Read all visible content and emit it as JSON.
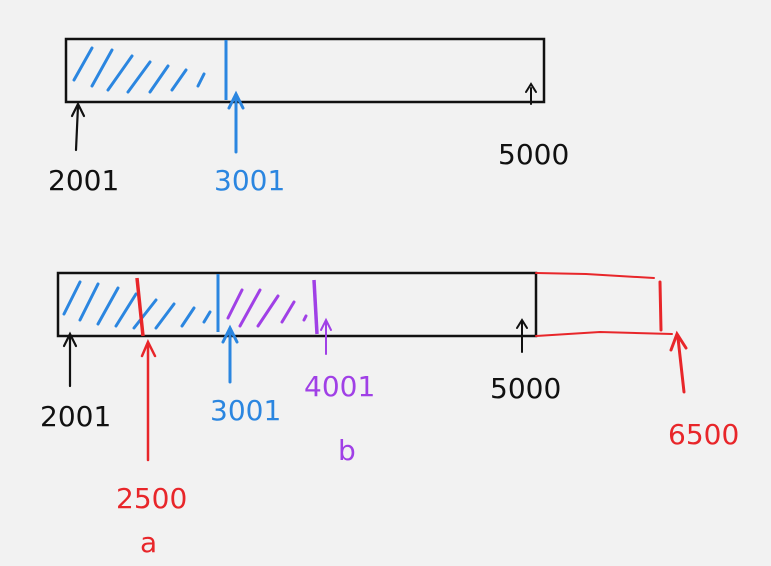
{
  "colors": {
    "ink": "#111111",
    "blue": "#2b86e0",
    "purple": "#a040e6",
    "red": "#e8262a",
    "background": "#f2f2f2"
  },
  "top_diagram": {
    "start_label": "2001",
    "mid_label": "3001",
    "end_label": "5000"
  },
  "bottom_diagram": {
    "start_label": "2001",
    "a_value": "2500",
    "a_letter": "a",
    "blue_label": "3001",
    "b_value": "4001",
    "b_letter": "b",
    "end_label": "5000",
    "extension_label": "6500"
  }
}
